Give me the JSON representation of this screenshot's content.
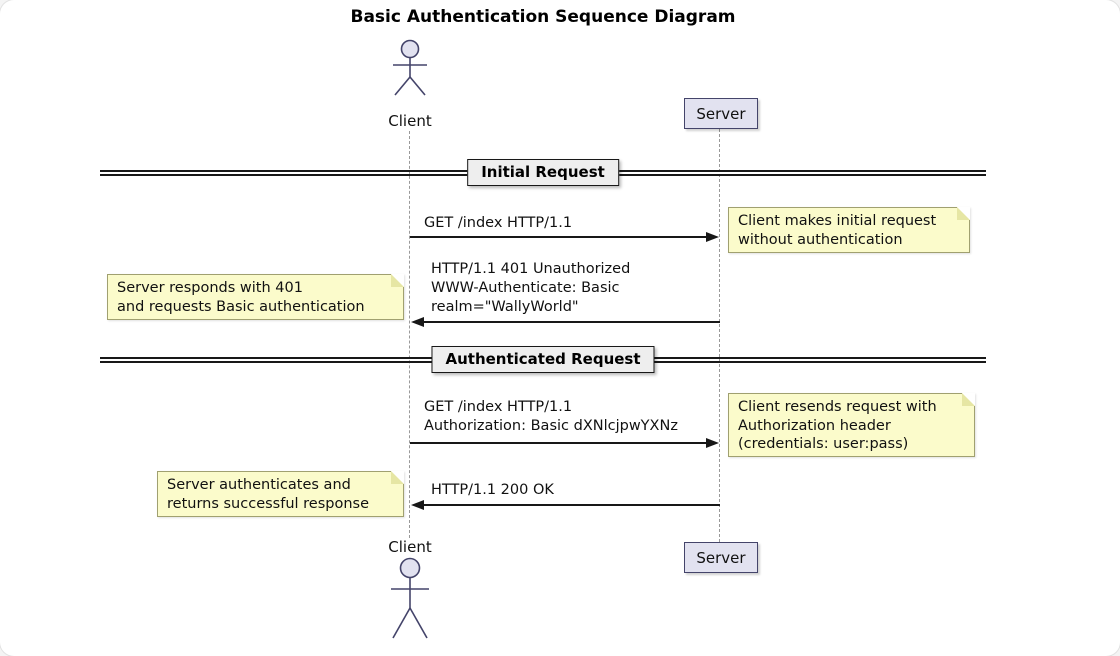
{
  "title": "Basic Authentication Sequence Diagram",
  "participants": {
    "client": {
      "label": "Client",
      "type": "actor"
    },
    "server": {
      "label": "Server",
      "type": "participant"
    }
  },
  "dividers": [
    {
      "label": "Initial Request"
    },
    {
      "label": "Authenticated Request"
    }
  ],
  "messages": [
    {
      "direction": "right",
      "lines": [
        "GET /index HTTP/1.1"
      ]
    },
    {
      "direction": "left",
      "lines": [
        "HTTP/1.1 401 Unauthorized",
        "WWW-Authenticate: Basic",
        "realm=\"WallyWorld\""
      ]
    },
    {
      "direction": "right",
      "lines": [
        "GET /index HTTP/1.1",
        "Authorization: Basic dXNlcjpwYXNz"
      ]
    },
    {
      "direction": "left",
      "lines": [
        "HTTP/1.1 200 OK"
      ]
    }
  ],
  "notes": [
    {
      "side": "right",
      "lines": [
        "Client makes initial request",
        "without authentication"
      ]
    },
    {
      "side": "left",
      "lines": [
        "Server responds with 401",
        "and requests Basic authentication"
      ]
    },
    {
      "side": "right",
      "lines": [
        "Client resends request with",
        "Authorization header",
        "(credentials: user:pass)"
      ]
    },
    {
      "side": "left",
      "lines": [
        "Server authenticates and",
        "returns successful response"
      ]
    }
  ],
  "colors": {
    "note_fill": "#FBFBCB",
    "note_border": "#A0A070",
    "participant_fill": "#E2E2F0",
    "participant_border": "#44446A",
    "divider_fill": "#EEEEEE",
    "line_color": "#181818",
    "lifeline_color": "#999999"
  }
}
